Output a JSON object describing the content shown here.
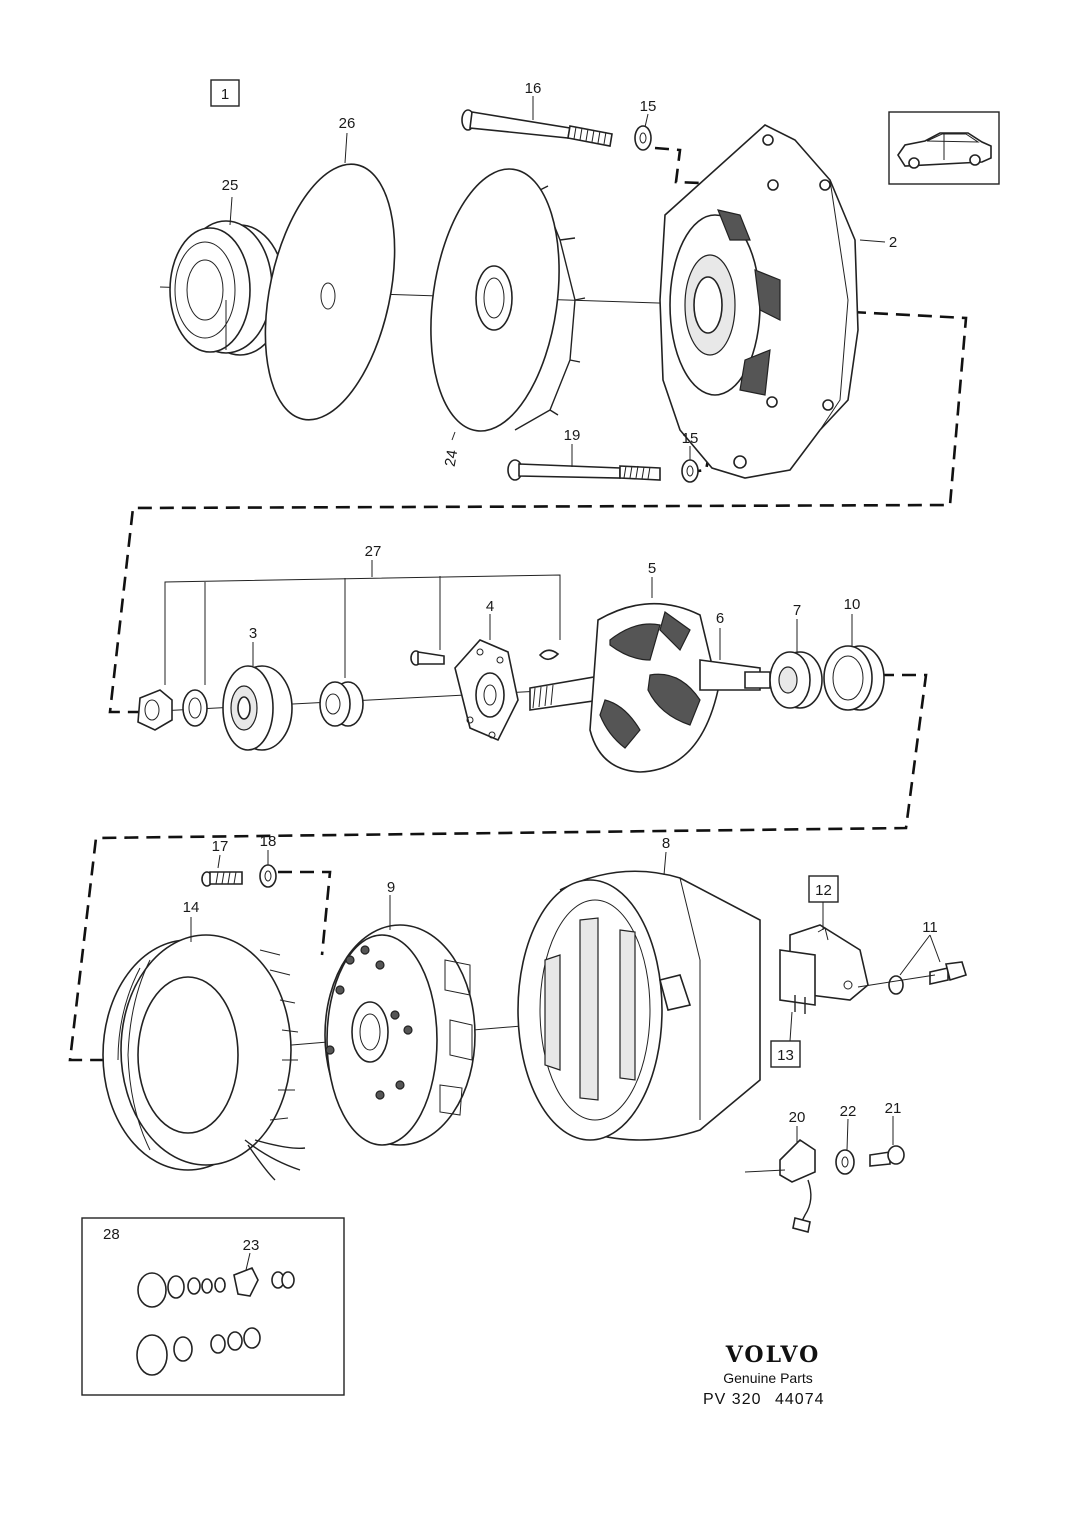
{
  "diagram": {
    "group_box_label": "1",
    "callouts": {
      "c2": "2",
      "c3": "3",
      "c4": "4",
      "c5": "5",
      "c6": "6",
      "c7": "7",
      "c8": "8",
      "c9": "9",
      "c10": "10",
      "c11": "11",
      "c12": "12",
      "c13": "13",
      "c14": "14",
      "c15a": "15",
      "c15b": "15",
      "c16": "16",
      "c17": "17",
      "c18": "18",
      "c19": "19",
      "c20": "20",
      "c21": "21",
      "c22": "22",
      "c23": "23",
      "c24": "24",
      "c25": "25",
      "c26": "26",
      "c27": "27",
      "c28": "28"
    }
  },
  "footer": {
    "brand": "VOLVO",
    "subtitle": "Genuine Parts",
    "code_prefix": "PV 320",
    "code_number": "44074"
  },
  "icons": [
    "car-thumbnail-icon"
  ],
  "colors": {
    "ink": "#222222",
    "paper": "#ffffff"
  }
}
